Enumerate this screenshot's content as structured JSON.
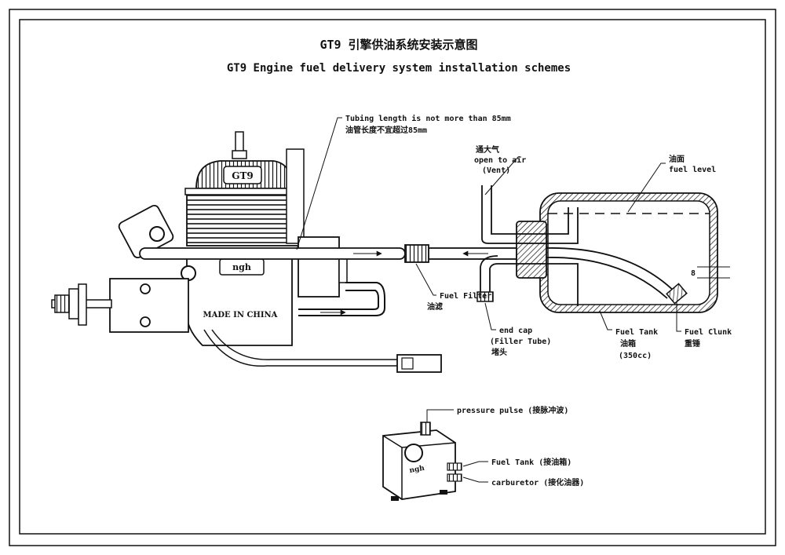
{
  "title_cn": "GT9 引擎供油系统安装示意图",
  "title_en": "GT9 Engine fuel delivery system installation schemes",
  "engine": {
    "head_brand": "GT9",
    "crank_logo": "ngh",
    "made_in": "MADE IN CHINA"
  },
  "labels": {
    "tubing_en": "Tubing length is not more than 85mm",
    "tubing_cn": "油管长度不宜超过85mm",
    "vent_cn": "通大气",
    "vent_en": "open to air",
    "vent_paren": "(Vent)",
    "fuel_level_cn": "油面",
    "fuel_level_en": "fuel level",
    "fuel_filter_en": "Fuel Filter",
    "fuel_filter_cn": "油滤",
    "end_cap_en": "end cap",
    "end_cap_paren": "(Filler Tube)",
    "end_cap_cn": "堵头",
    "fuel_tank_en": "Fuel Tank",
    "fuel_tank_cn": "油箱",
    "fuel_tank_cap": "(350cc)",
    "fuel_clunk_en": "Fuel Clunk",
    "fuel_clunk_cn": "重锤",
    "dimension_mark": "8",
    "pressure_pulse": "pressure pulse (接脉冲波)",
    "pump_fuel_tank": "Fuel Tank (接油箱)",
    "pump_carburetor": "carburetor (接化油器)",
    "pump_logo": "ngh"
  }
}
